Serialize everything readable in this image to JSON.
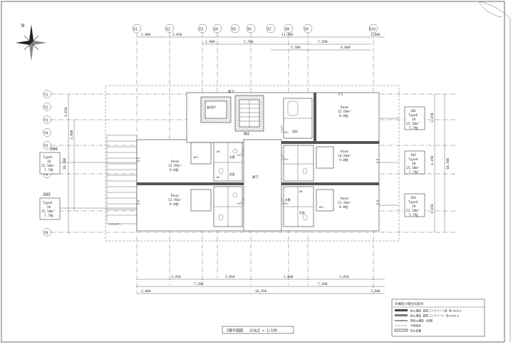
{
  "title_block": {
    "drawing_title": "5階平面図",
    "scale": "SCALE = 1/100"
  },
  "grid_labels": {
    "top": [
      "X1",
      "X2",
      "X3",
      "X4",
      "X5",
      "X6",
      "X7",
      "X8",
      "X9",
      "X10"
    ],
    "left": [
      "Y1",
      "Y2",
      "Y3",
      "Y4",
      "Y5",
      "Y6",
      "Y7",
      "Y8"
    ]
  },
  "dimensions": {
    "top_row1": [
      "1,800",
      "3,050",
      "13,400",
      "1,800"
    ],
    "top_row2": [
      "1,900",
      "2,700",
      "7,500"
    ],
    "top_row3": [
      "3,500",
      "4,000"
    ],
    "bottom_row1": [
      "3,450",
      "3,050",
      "2,600",
      "3,850"
    ],
    "bottom_row2": [
      "7,500",
      "7,500"
    ],
    "bottom_row3": [
      "1,800",
      "16,450",
      "1,800"
    ],
    "left": [
      "3,650",
      "1,000",
      "10,300"
    ],
    "right": [
      "3,450",
      "3,450",
      "3,450",
      "10,300"
    ]
  },
  "rooms": [
    {
      "label": "Room",
      "area": "12.69m²",
      "tatami": "8.0帖"
    },
    {
      "label": "Room",
      "area": "14.66m²",
      "tatami": "9.0帖"
    },
    {
      "label": "Room",
      "area": "12.95m²",
      "tatami": "8.0帖"
    },
    {
      "label": "Room",
      "area": "12.95m²",
      "tatami": "8.0帖"
    },
    {
      "label": "Room",
      "area": "12.93m²",
      "tatami": "8.0帖"
    }
  ],
  "room_tags": [
    "WCL",
    "玄関",
    "UB",
    "WC",
    "洗面",
    "収納",
    "WCL",
    "玄関",
    "UB",
    "洗面"
  ],
  "common_labels": {
    "corridor": "廊下",
    "elevator": "乗用EV",
    "stair": "階段",
    "balcony": "バルコニー"
  },
  "unit_tags_right": [
    {
      "no": "301",
      "type": "TypeE",
      "layout": "1K",
      "area": "25.50m²",
      "tatami": "7.7帖"
    },
    {
      "no": "302",
      "type": "TypeA",
      "layout": "1K",
      "area": "25.50m²",
      "tatami": "7.7帖"
    },
    {
      "no": "303",
      "type": "TypeA",
      "layout": "1K",
      "area": "22.50m²",
      "tatami": "7.7帖"
    }
  ],
  "unit_tags_left": [
    {
      "no": "306",
      "type": "TypeA",
      "layout": "1K",
      "area": "22.50m²",
      "tatami": "7.7帖"
    },
    {
      "no": "305",
      "type": "TypeA",
      "layout": "1K",
      "area": "25.50m²",
      "tatami": "7.7帖"
    }
  ],
  "legend": {
    "title": "外構及び間仕切表示",
    "items": [
      "耐火構造 鉄筋コンクリート造 厚150以上",
      "耐火構造 鉄筋コンクリート 厚120以上",
      "準耐火構造 1時間",
      "不燃材料",
      "防火設備"
    ]
  },
  "compass": {
    "label": "N"
  }
}
